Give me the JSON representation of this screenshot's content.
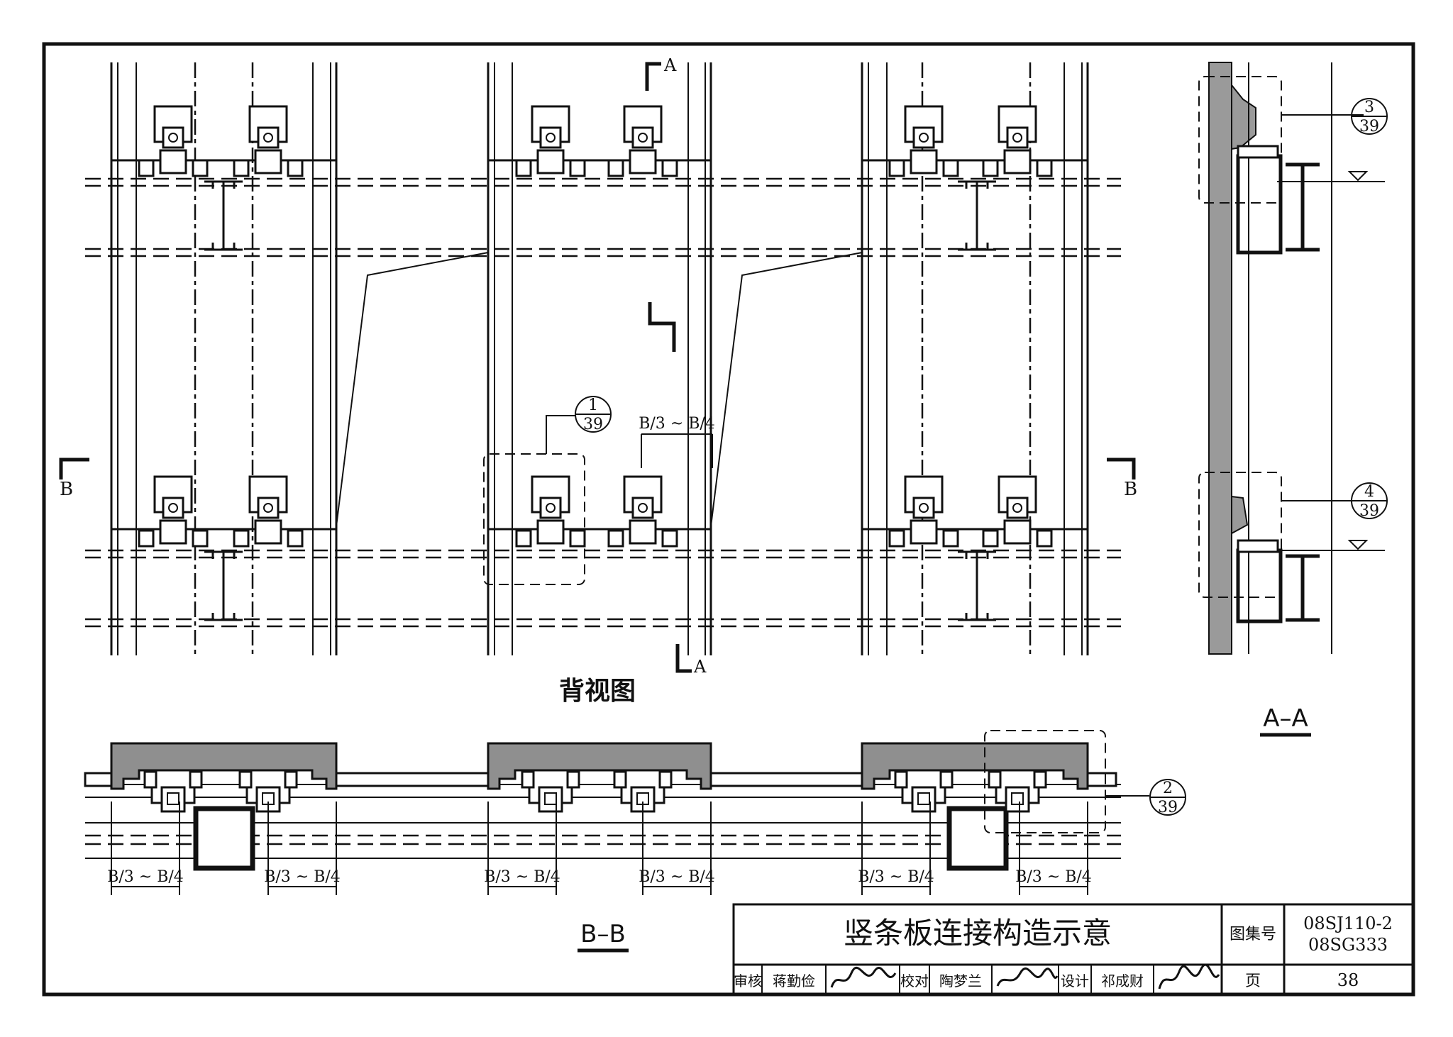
{
  "drawing": {
    "view_title": "背视图",
    "section_aa": "A–A",
    "section_bb": "B–B",
    "section_mark_a": "A",
    "section_mark_b": "B",
    "spacing_label": "B/3 ~ B/4",
    "callouts": [
      {
        "num": "1",
        "page": "39"
      },
      {
        "num": "2",
        "page": "39"
      },
      {
        "num": "3",
        "page": "39"
      },
      {
        "num": "4",
        "page": "39"
      }
    ]
  },
  "title_block": {
    "title": "竖条板连接构造示意",
    "atlas_label": "图集号",
    "atlas_no_1": "08SJ110-2",
    "atlas_no_2": "08SG333",
    "page_label": "页",
    "page_no": "38",
    "review_label": "审核",
    "reviewer": "蒋勤俭",
    "check_label": "校对",
    "checker": "陶梦兰",
    "design_label": "设计",
    "designer": "祁成财"
  }
}
